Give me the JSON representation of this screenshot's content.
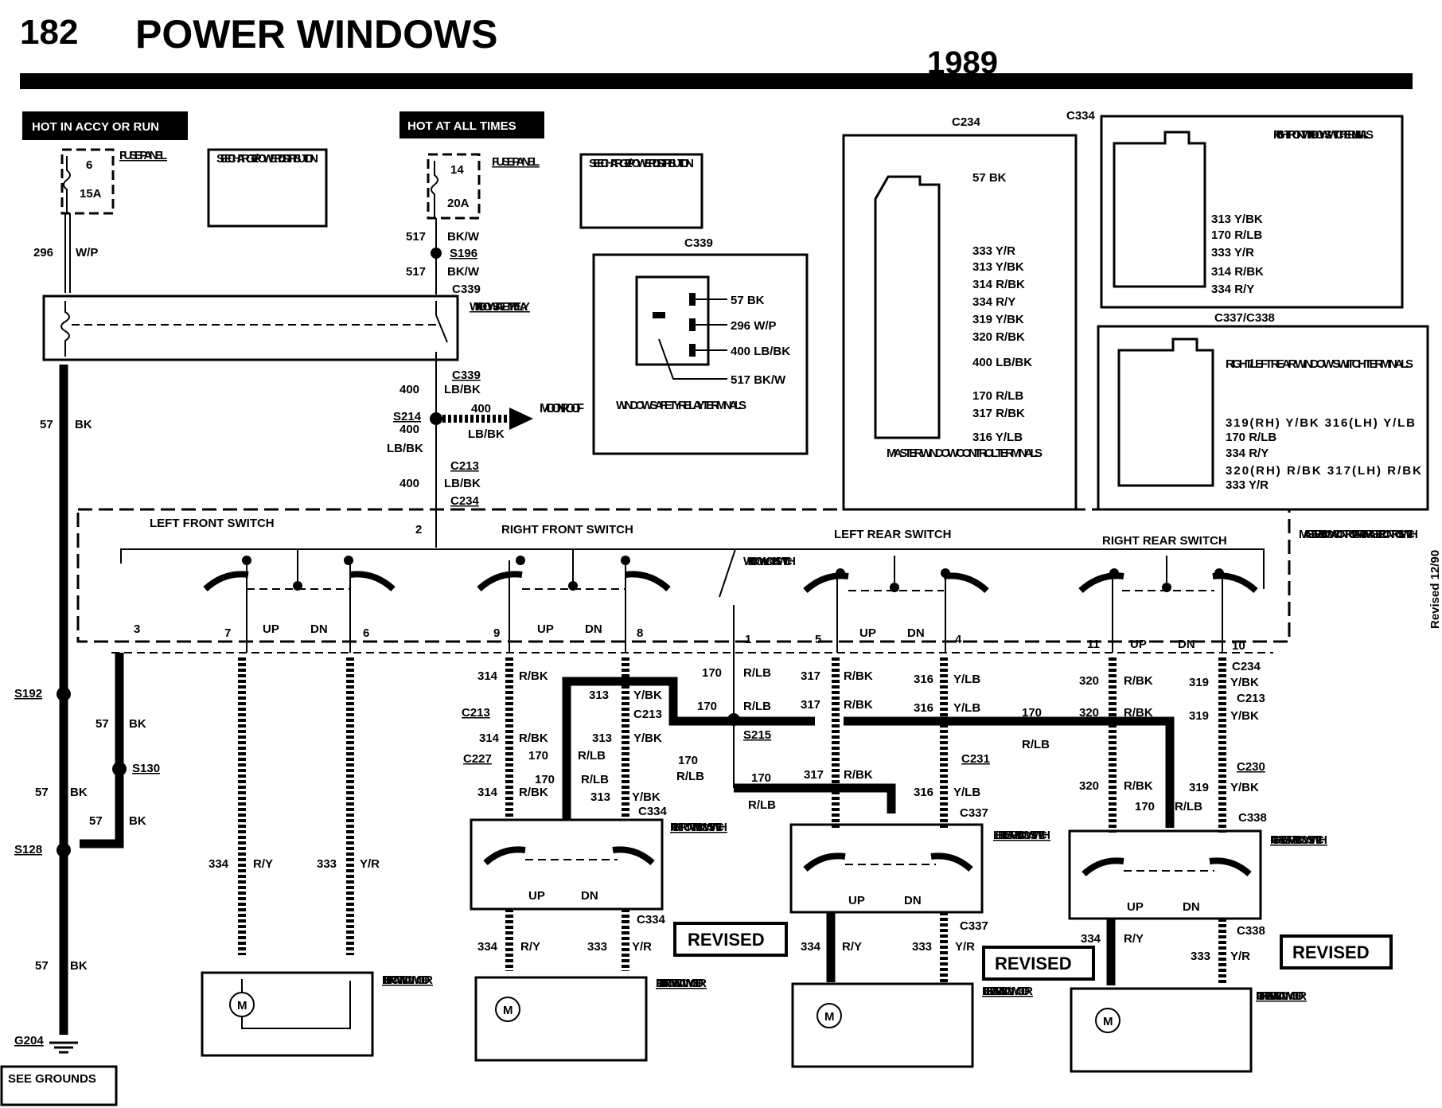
{
  "header": {
    "page_number": "182",
    "title": "POWER WINDOWS",
    "year": "1989"
  },
  "power": {
    "accy_label": "HOT IN ACCY OR RUN",
    "hot_label": "HOT AT ALL TIMES",
    "fuse1_num": "6",
    "fuse1_amp": "15A",
    "fuse2_num": "14",
    "fuse2_amp": "20A",
    "fuse_panel": "FUSE PANEL",
    "see_charge": "SEE CHARGE/ POWER DISTRIBUTION"
  },
  "relay": {
    "label": "WINDOW SAFETY RELAY"
  },
  "moonroof": "MOON- ROOF",
  "ground": {
    "splice": "G204",
    "see_grounds": "SEE GROUNDS"
  },
  "wires": {
    "w296": "296",
    "wp": "W/P",
    "w517": "517",
    "bkw": "BK/W",
    "w57": "57",
    "bk": "BK",
    "w400": "400",
    "lbbk": "LB/BK",
    "w314": "314",
    "rbk": "R/BK",
    "w313": "313",
    "ybk": "Y/BK",
    "w170": "170",
    "rlb": "R/LB",
    "w317": "317",
    "w316": "316",
    "ylb": "Y/LB",
    "w320": "320",
    "w319": "319",
    "w334": "334",
    "ry": "R/Y",
    "w333": "333",
    "yr": "Y/R"
  },
  "splices": {
    "s196": "S196",
    "s214": "S214",
    "s192": "S192",
    "s130": "S130",
    "s128": "S128",
    "s215": "S215"
  },
  "connectors": {
    "c339": "C339",
    "c213": "C213",
    "c234": "C234",
    "c227": "C227",
    "c231": "C231",
    "c230": "C230",
    "c334": "C334",
    "c337": "C337",
    "c338": "C338",
    "c337c338": "C337/C338"
  },
  "master": {
    "left_front": "LEFT FRONT SWITCH",
    "right_front": "RIGHT FRONT SWITCH",
    "left_rear": "LEFT REAR SWITCH",
    "right_rear": "RIGHT REAR SWITCH",
    "label": "MASTER WINDOW CONTROL PART OF MASTER CONTROL SWITCH",
    "window_lock": "WINDOW LOCK SWITCH",
    "up": "UP",
    "dn": "DN",
    "pins": [
      "2",
      "3",
      "7",
      "6",
      "9",
      "8",
      "1",
      "5",
      "4",
      "11",
      "10"
    ]
  },
  "revised_side": "Revised 12/90",
  "revised": "REVISED",
  "switches": {
    "rf": "RIGHT FRONT WINDOW SWITCH",
    "lr": "LEFT REAR WINDOW SWITCH",
    "rr": "RIGHT REAR WINDOW SWITCH"
  },
  "motors": {
    "lf": "LEFT FRONT WINDOW MOTOR",
    "rf": "RIGHT FRONT WINDOW MOTOR",
    "lr": "LEFT REAR WINDOW MOTOR",
    "rr": "RIGHT REAR WINDOW MOTOR",
    "m": "M"
  },
  "relay_terminals": {
    "conn": "C339",
    "pins": [
      "57 BK",
      "296 W/P",
      "400 LB/BK",
      "517 BK/W"
    ],
    "caption": "WINDOW SAFETY RELAY TERMINALS"
  },
  "master_terminals": {
    "conn": "C234",
    "pins": [
      "57 BK",
      "333 Y/R",
      "313 Y/BK",
      "314 R/BK",
      "334 R/Y",
      "319 Y/BK",
      "320 R/BK",
      "400 LB/BK",
      "170 R/LB",
      "317 R/BK",
      "316 Y/LB"
    ],
    "caption": "MASTER WINDOW CONTROL TERMINALS"
  },
  "rf_terminals": {
    "conn": "C334",
    "title": "RIGHT FRONT WINDOW SWITCH TERMINALS",
    "pins": [
      "313 Y/BK",
      "170 R/LB",
      "333 Y/R",
      "314 R/BK",
      "334 R/Y"
    ]
  },
  "rear_terminals": {
    "conn": "C337/C338",
    "title": "RIGHT/LEFT REAR WINDOW SWITCH TERMINALS",
    "pins": [
      "319(RH) Y/BK  316(LH) Y/LB",
      "170 R/LB",
      "334 R/Y",
      "320(RH) R/BK  317(LH) R/BK",
      "333 Y/R"
    ]
  }
}
